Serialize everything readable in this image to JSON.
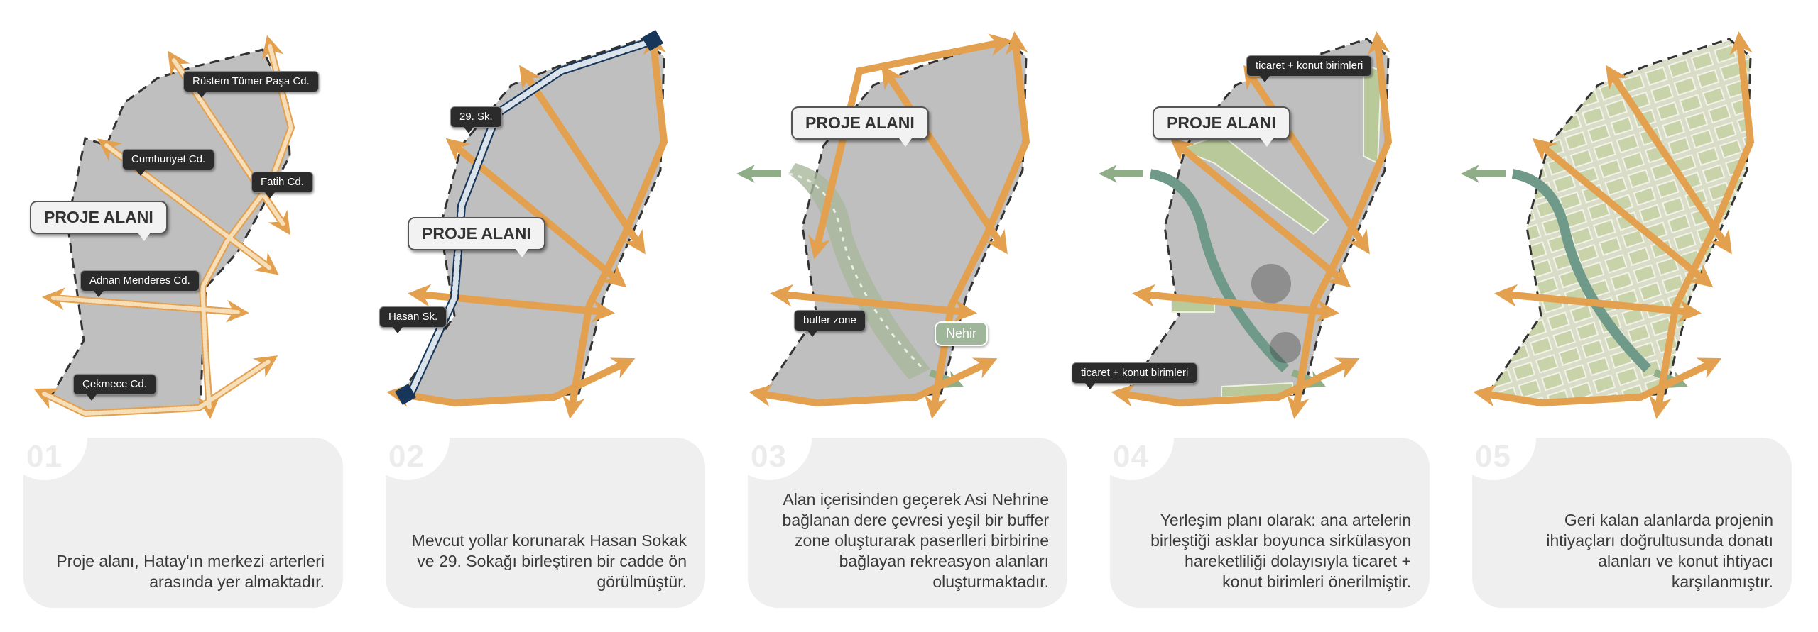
{
  "colors": {
    "site": "#bfbfbf",
    "road": "#e3a04e",
    "river": "#8fae88",
    "card": "#efefef",
    "navy": "#17365a"
  },
  "panels": [
    {
      "number": "01",
      "description": "Proje alanı, Hatay'ın merkezi arterleri arasında yer almaktadır.",
      "labels": {
        "proje": "PROJE ALANI",
        "rustem": "Rüstem Tümer Paşa Cd.",
        "cumhuriyet": "Cumhuriyet Cd.",
        "fatih": "Fatih Cd.",
        "adnan": "Adnan Menderes Cd.",
        "cekmece": "Çekmece Cd."
      }
    },
    {
      "number": "02",
      "description": "Mevcut yollar korunarak Hasan Sokak ve 29. Sokağı birleştiren bir cadde ön görülmüştür.",
      "labels": {
        "proje": "PROJE ALANI",
        "sk29": "29. Sk.",
        "hasan": "Hasan Sk."
      }
    },
    {
      "number": "03",
      "description": "Alan içerisinden geçerek Asi Nehrine bağlanan dere çevresi yeşil bir buffer zone oluşturarak paserlleri birbirine bağlayan rekreasyon alanları oluşturmaktadır.",
      "labels": {
        "proje": "PROJE ALANI",
        "buffer": "buffer zone",
        "nehir": "Nehir"
      }
    },
    {
      "number": "04",
      "description": "Yerleşim planı olarak: ana artelerin birleştiği asklar boyunca sirkülasyon hareketliliği dolayısıyla ticaret + konut birimleri önerilmiştir.",
      "labels": {
        "proje": "PROJE ALANI",
        "ticaret_top": "ticaret + konut birimleri",
        "ticaret_bottom": "ticaret + konut birimleri"
      }
    },
    {
      "number": "05",
      "description": "Geri kalan alanlarda projenin ihtiyaçları doğrultusunda donatı alanları ve konut ihtiyacı karşılanmıştır.",
      "labels": {}
    }
  ]
}
